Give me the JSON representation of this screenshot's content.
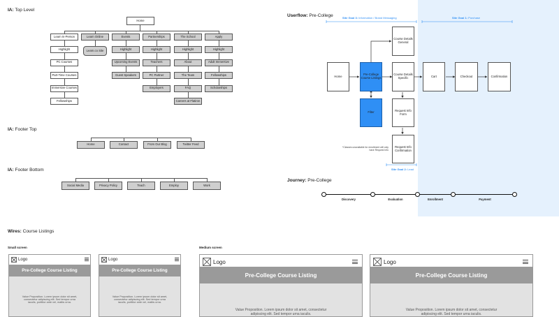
{
  "ia_top": {
    "title_bold": "IA:",
    "title_rest": " Top Level",
    "root": "Home",
    "columns": [
      {
        "label": "Learn In-Person",
        "children": [
          "Highlight",
          "PC Courses",
          "Part-Time Courses",
          "Immersive Courses",
          "Fellowships"
        ]
      },
      {
        "label": "Learn Online",
        "children": [
          "Learn.co Site"
        ]
      },
      {
        "label": "Events",
        "children": [
          "Highlight",
          "Upcoming Events",
          "Guest Speakers"
        ]
      },
      {
        "label": "Partnerships",
        "children": [
          "Highlight",
          "Teachers",
          "PC Partner",
          "Employers"
        ]
      },
      {
        "label": "The School",
        "children": [
          "Highlight",
          "About",
          "The Team",
          "FAQ",
          "Careers at Flatiron"
        ]
      },
      {
        "label": "Apply",
        "children": [
          "Highlight",
          "Adult Immersive",
          "Fellowships",
          "Scholarships"
        ]
      }
    ]
  },
  "ia_footer_top": {
    "title_bold": "IA:",
    "title_rest": " Footer Top",
    "items": [
      "Home",
      "Contact",
      "From Our Blog",
      "Twitter Feed"
    ]
  },
  "ia_footer_bottom": {
    "title_bold": "IA:",
    "title_rest": " Footer Bottom",
    "items": [
      "Social Media",
      "Privacy Policy",
      "Teach",
      "Employ",
      "Work"
    ]
  },
  "userflow": {
    "title_bold": "Userflow:",
    "title_rest": " Pre-College",
    "goal3_bold": "Site Goal 3:",
    "goal3_rest": " Information / Brand Messaging",
    "goal1_bold": "Site Goal 1:",
    "goal1_rest": " Purchase",
    "goal2_bold": "Site Goal 2:",
    "goal2_rest": " Lead",
    "nodes": {
      "home": "Home",
      "listings": "Pre-College Course Listings",
      "filter": "Filter",
      "details_general": "Course Details General",
      "details_specific": "Course Details Specific",
      "request_form": "Request Info Form",
      "request_confirm": "Request Info Confirmation",
      "cart": "Cart",
      "checkout": "Checkout",
      "confirmation": "Confirmation"
    },
    "note": "*Classes unavailable for enrollment will only have Request Info",
    "accent_color": "#2f8ff5"
  },
  "journey": {
    "title_bold": "Journey:",
    "title_rest": " Pre-College",
    "stages": [
      "Discovery",
      "Evaluation",
      "Enrollment",
      "Payment"
    ]
  },
  "wires": {
    "title_bold": "Wires:",
    "title_rest": " Course Listings",
    "small_label": "Small screen",
    "medium_label": "Medium screen",
    "logo": "Logo",
    "banner": "Pre-College Course Listing",
    "body_small": "Value Proposition. Lorem ipsum dolor sit amet, consectetur adipiscing elit. Sed tempor urna iaculis, porttitor ante vel, mattis urna.",
    "body_medium": "Value Proposition. Lorem ipsum dolor sit amet, consectetur adipiscing elit. Sed tempor urna iaculis."
  }
}
